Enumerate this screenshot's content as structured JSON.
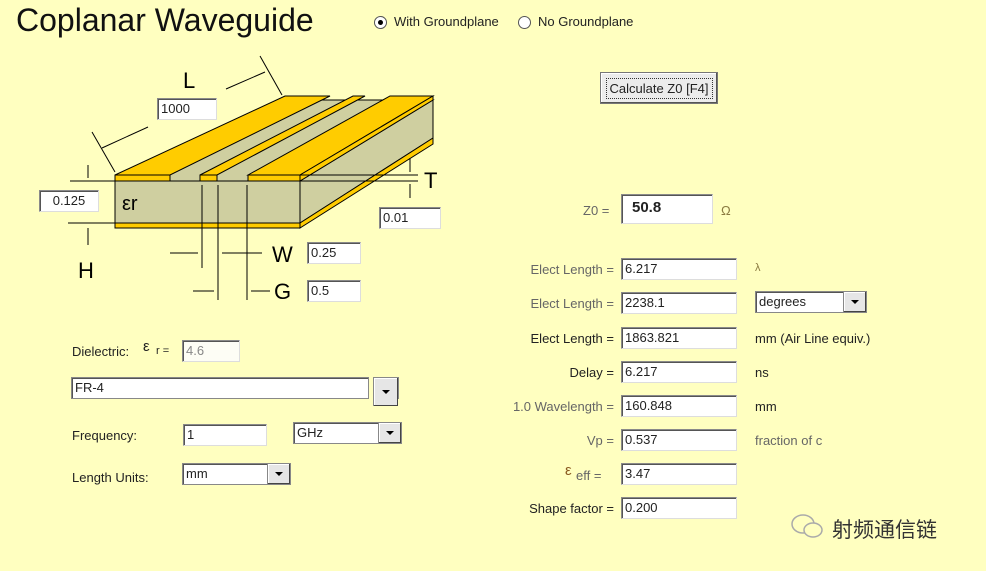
{
  "title": "Coplanar Waveguide",
  "ground": {
    "options": [
      "With Groundplane",
      "No Groundplane"
    ],
    "selected": 0
  },
  "calculate_label": "Calculate Z0  [F4]",
  "diagram": {
    "L_label": "L",
    "T_label": "T",
    "H_label": "H",
    "W_label": "W",
    "G_label": "G",
    "er_label": "εr"
  },
  "inputs": {
    "L": "1000",
    "H": "0.125",
    "T": "0.01",
    "W": "0.25",
    "G": "0.5"
  },
  "dielectric": {
    "label": "Dielectric:",
    "er_label": "ε",
    "er_sub": "r =",
    "er_value": "4.6",
    "material": "FR-4"
  },
  "frequency": {
    "label": "Frequency:",
    "value": "1",
    "unit": "GHz"
  },
  "length_units": {
    "label": "Length Units:",
    "value": "mm"
  },
  "z0": {
    "label": "Z0 =",
    "value": "50.8",
    "unit": "Ω"
  },
  "results": [
    {
      "label": "Elect Length =",
      "value": "6.217",
      "unit": "λ"
    },
    {
      "label": "Elect Length =",
      "value": "2238.1",
      "unit": "degrees"
    },
    {
      "label": "Elect Length =",
      "value": "1863.821",
      "unit": "mm  (Air Line equiv.)"
    },
    {
      "label": "Delay =",
      "value": "6.217",
      "unit": "ns"
    },
    {
      "label": "1.0 Wavelength =",
      "value": "160.848",
      "unit": "mm"
    },
    {
      "label": "Vp =",
      "value": "0.537",
      "unit": "fraction of c"
    },
    {
      "label": "eff =",
      "value": "3.47",
      "unit": ""
    },
    {
      "label": "Shape factor =",
      "value": "0.200",
      "unit": ""
    }
  ],
  "watermark": "射频通信链"
}
